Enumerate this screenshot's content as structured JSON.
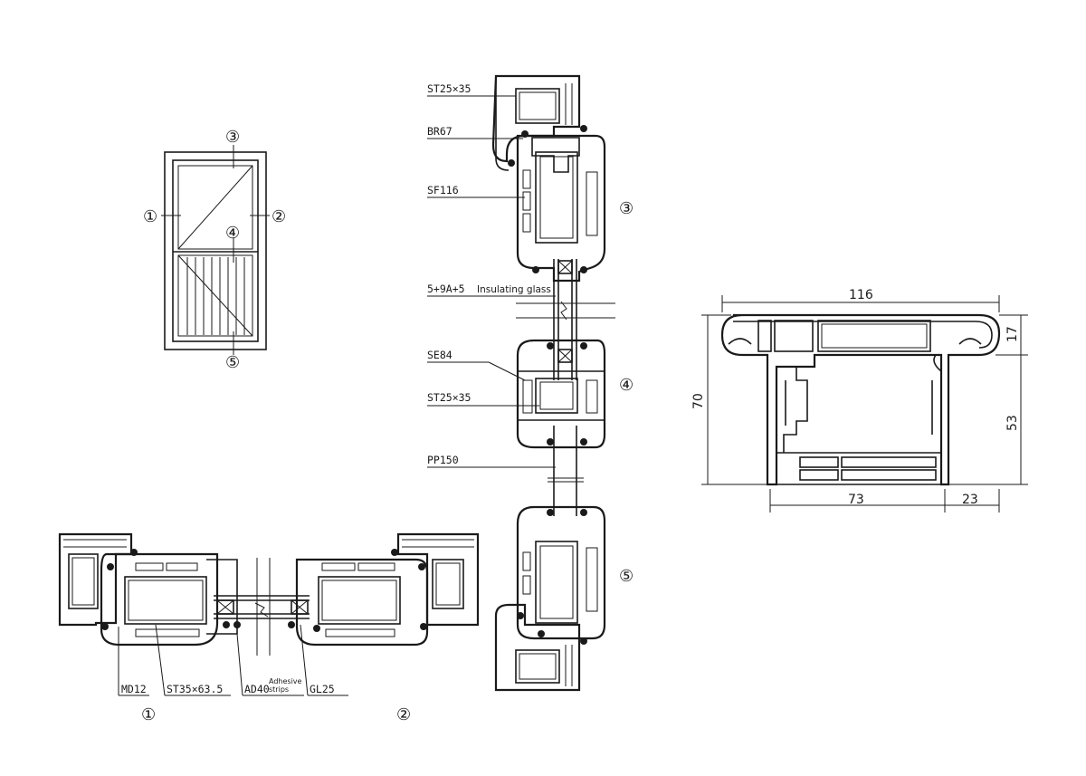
{
  "window_elevation": {
    "markers": [
      "③",
      "①",
      "②",
      "④",
      "⑤"
    ]
  },
  "vertical_section": {
    "labels": [
      "ST25×35",
      "BR67",
      "SF116",
      "5+9A+5",
      "Insulating glass",
      "SE84",
      "ST25×35",
      "PP150"
    ],
    "markers": [
      "③",
      "④",
      "⑤"
    ]
  },
  "horizontal_section": {
    "labels": [
      "MD12",
      "ST35×63.5",
      "AD40",
      "Adhesive",
      "strips",
      "GL25"
    ],
    "markers": [
      "①",
      "②"
    ]
  },
  "profile_dimensions": {
    "width_total": "116",
    "height_total": "70",
    "height_top": "17",
    "height_bottom": "53",
    "width_left": "73",
    "width_right": "23"
  }
}
